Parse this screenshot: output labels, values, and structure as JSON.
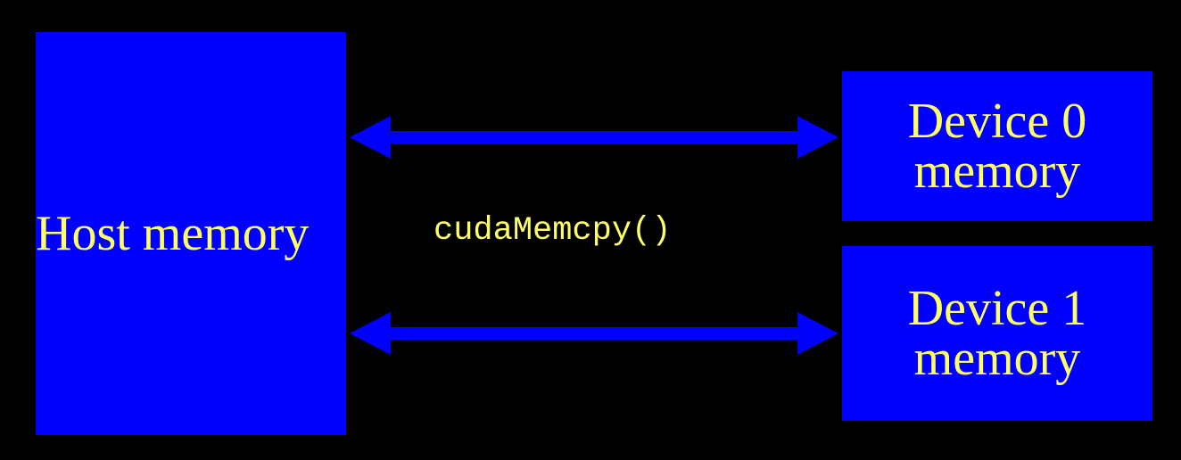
{
  "diagram": {
    "host": {
      "label": "Host memory"
    },
    "devices": [
      {
        "label": "Device 0\nmemory"
      },
      {
        "label": "Device 1\nmemory"
      }
    ],
    "transfer": {
      "label": "cudaMemcpy()"
    },
    "colors": {
      "background": "#000000",
      "box_fill": "#0000ff",
      "arrow": "#0000ff",
      "text": "#ffff66"
    }
  }
}
